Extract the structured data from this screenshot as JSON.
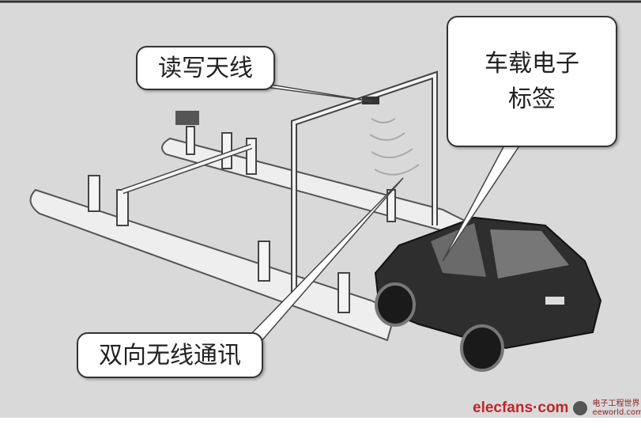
{
  "labels": {
    "antenna": "读写天线",
    "tag_line1": "车载电子",
    "tag_line2": "标签",
    "comm": "双向无线通讯"
  },
  "watermark": {
    "brand": "elecfans·com",
    "cn_name": "电子工程世界",
    "site": "eeworld.com.cn"
  }
}
